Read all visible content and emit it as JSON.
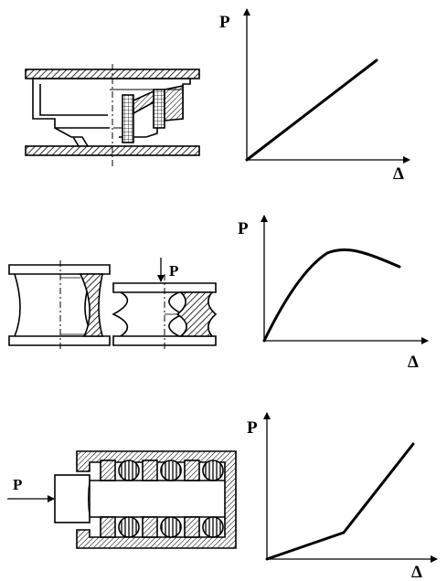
{
  "diagram": {
    "panels": [
      {
        "id": "rubber-metal-mount",
        "graph": {
          "y_label": "P",
          "x_label": "Δ",
          "curve": "linear"
        }
      },
      {
        "id": "rubber-bushings",
        "load_label": "P",
        "graph": {
          "y_label": "P",
          "x_label": "Δ",
          "curve": "rising-then-falling"
        }
      },
      {
        "id": "ring-spring-buffer",
        "load_label": "P",
        "graph": {
          "y_label": "P",
          "x_label": "Δ",
          "curve": "bilinear-stiffening"
        }
      }
    ]
  }
}
